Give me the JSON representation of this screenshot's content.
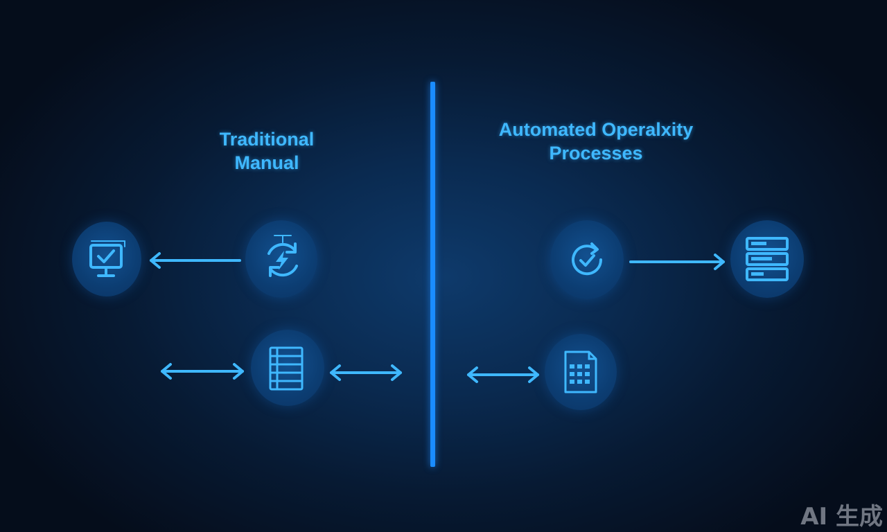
{
  "colors": {
    "accent": "#3fb8ff",
    "divider": "#1a8cff",
    "node_fill": "#0c3d72",
    "background": "#0a2a50"
  },
  "left_panel": {
    "title_line1": "Traditional",
    "title_line2": "Manual",
    "icons": [
      "monitor-check-icon",
      "refresh-lightning-icon",
      "document-list-icon"
    ]
  },
  "right_panel": {
    "title_line1": "Automated Operalxity",
    "title_line2": "Processes",
    "icons": [
      "circular-check-icon",
      "server-stack-icon",
      "spreadsheet-document-icon"
    ]
  },
  "watermark": "AI 生成"
}
